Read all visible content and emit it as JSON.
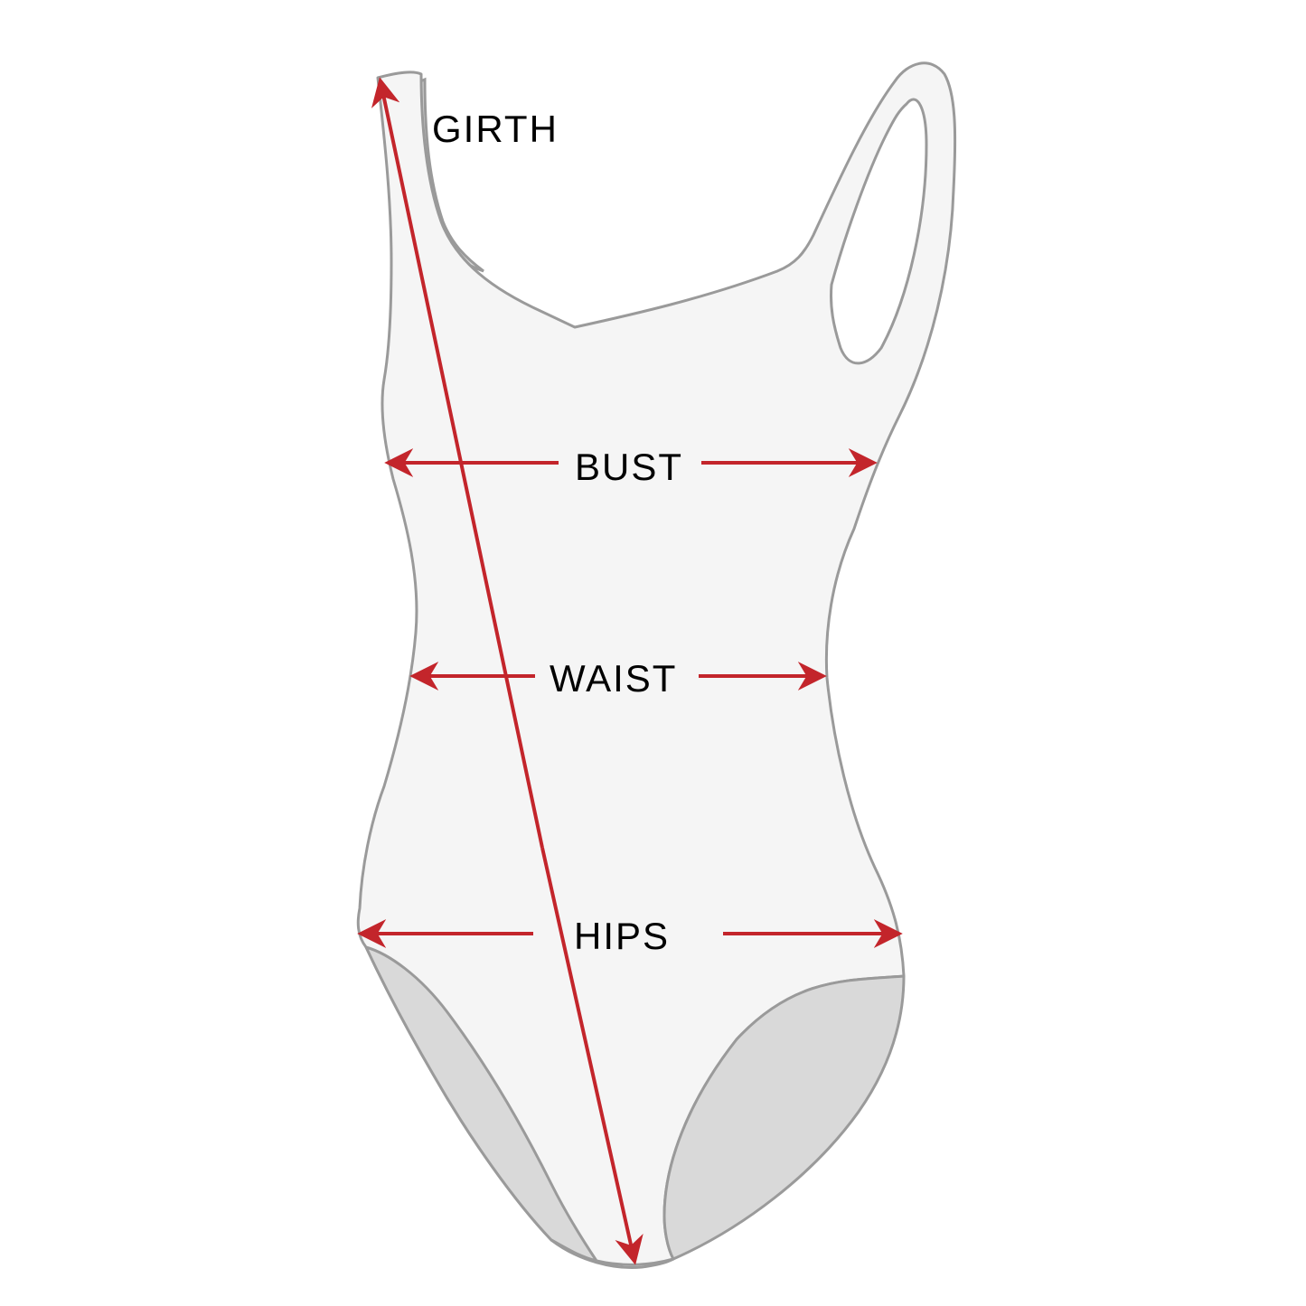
{
  "labels": {
    "girth": "GIRTH",
    "bust": "BUST",
    "waist": "WAIST",
    "hips": "HIPS"
  },
  "colors": {
    "arrow": "#c3252b",
    "garment_fill": "#f5f5f5",
    "garment_outline": "#9a9a9a",
    "inner_shade": "#d9d9d9",
    "text": "#000000"
  }
}
